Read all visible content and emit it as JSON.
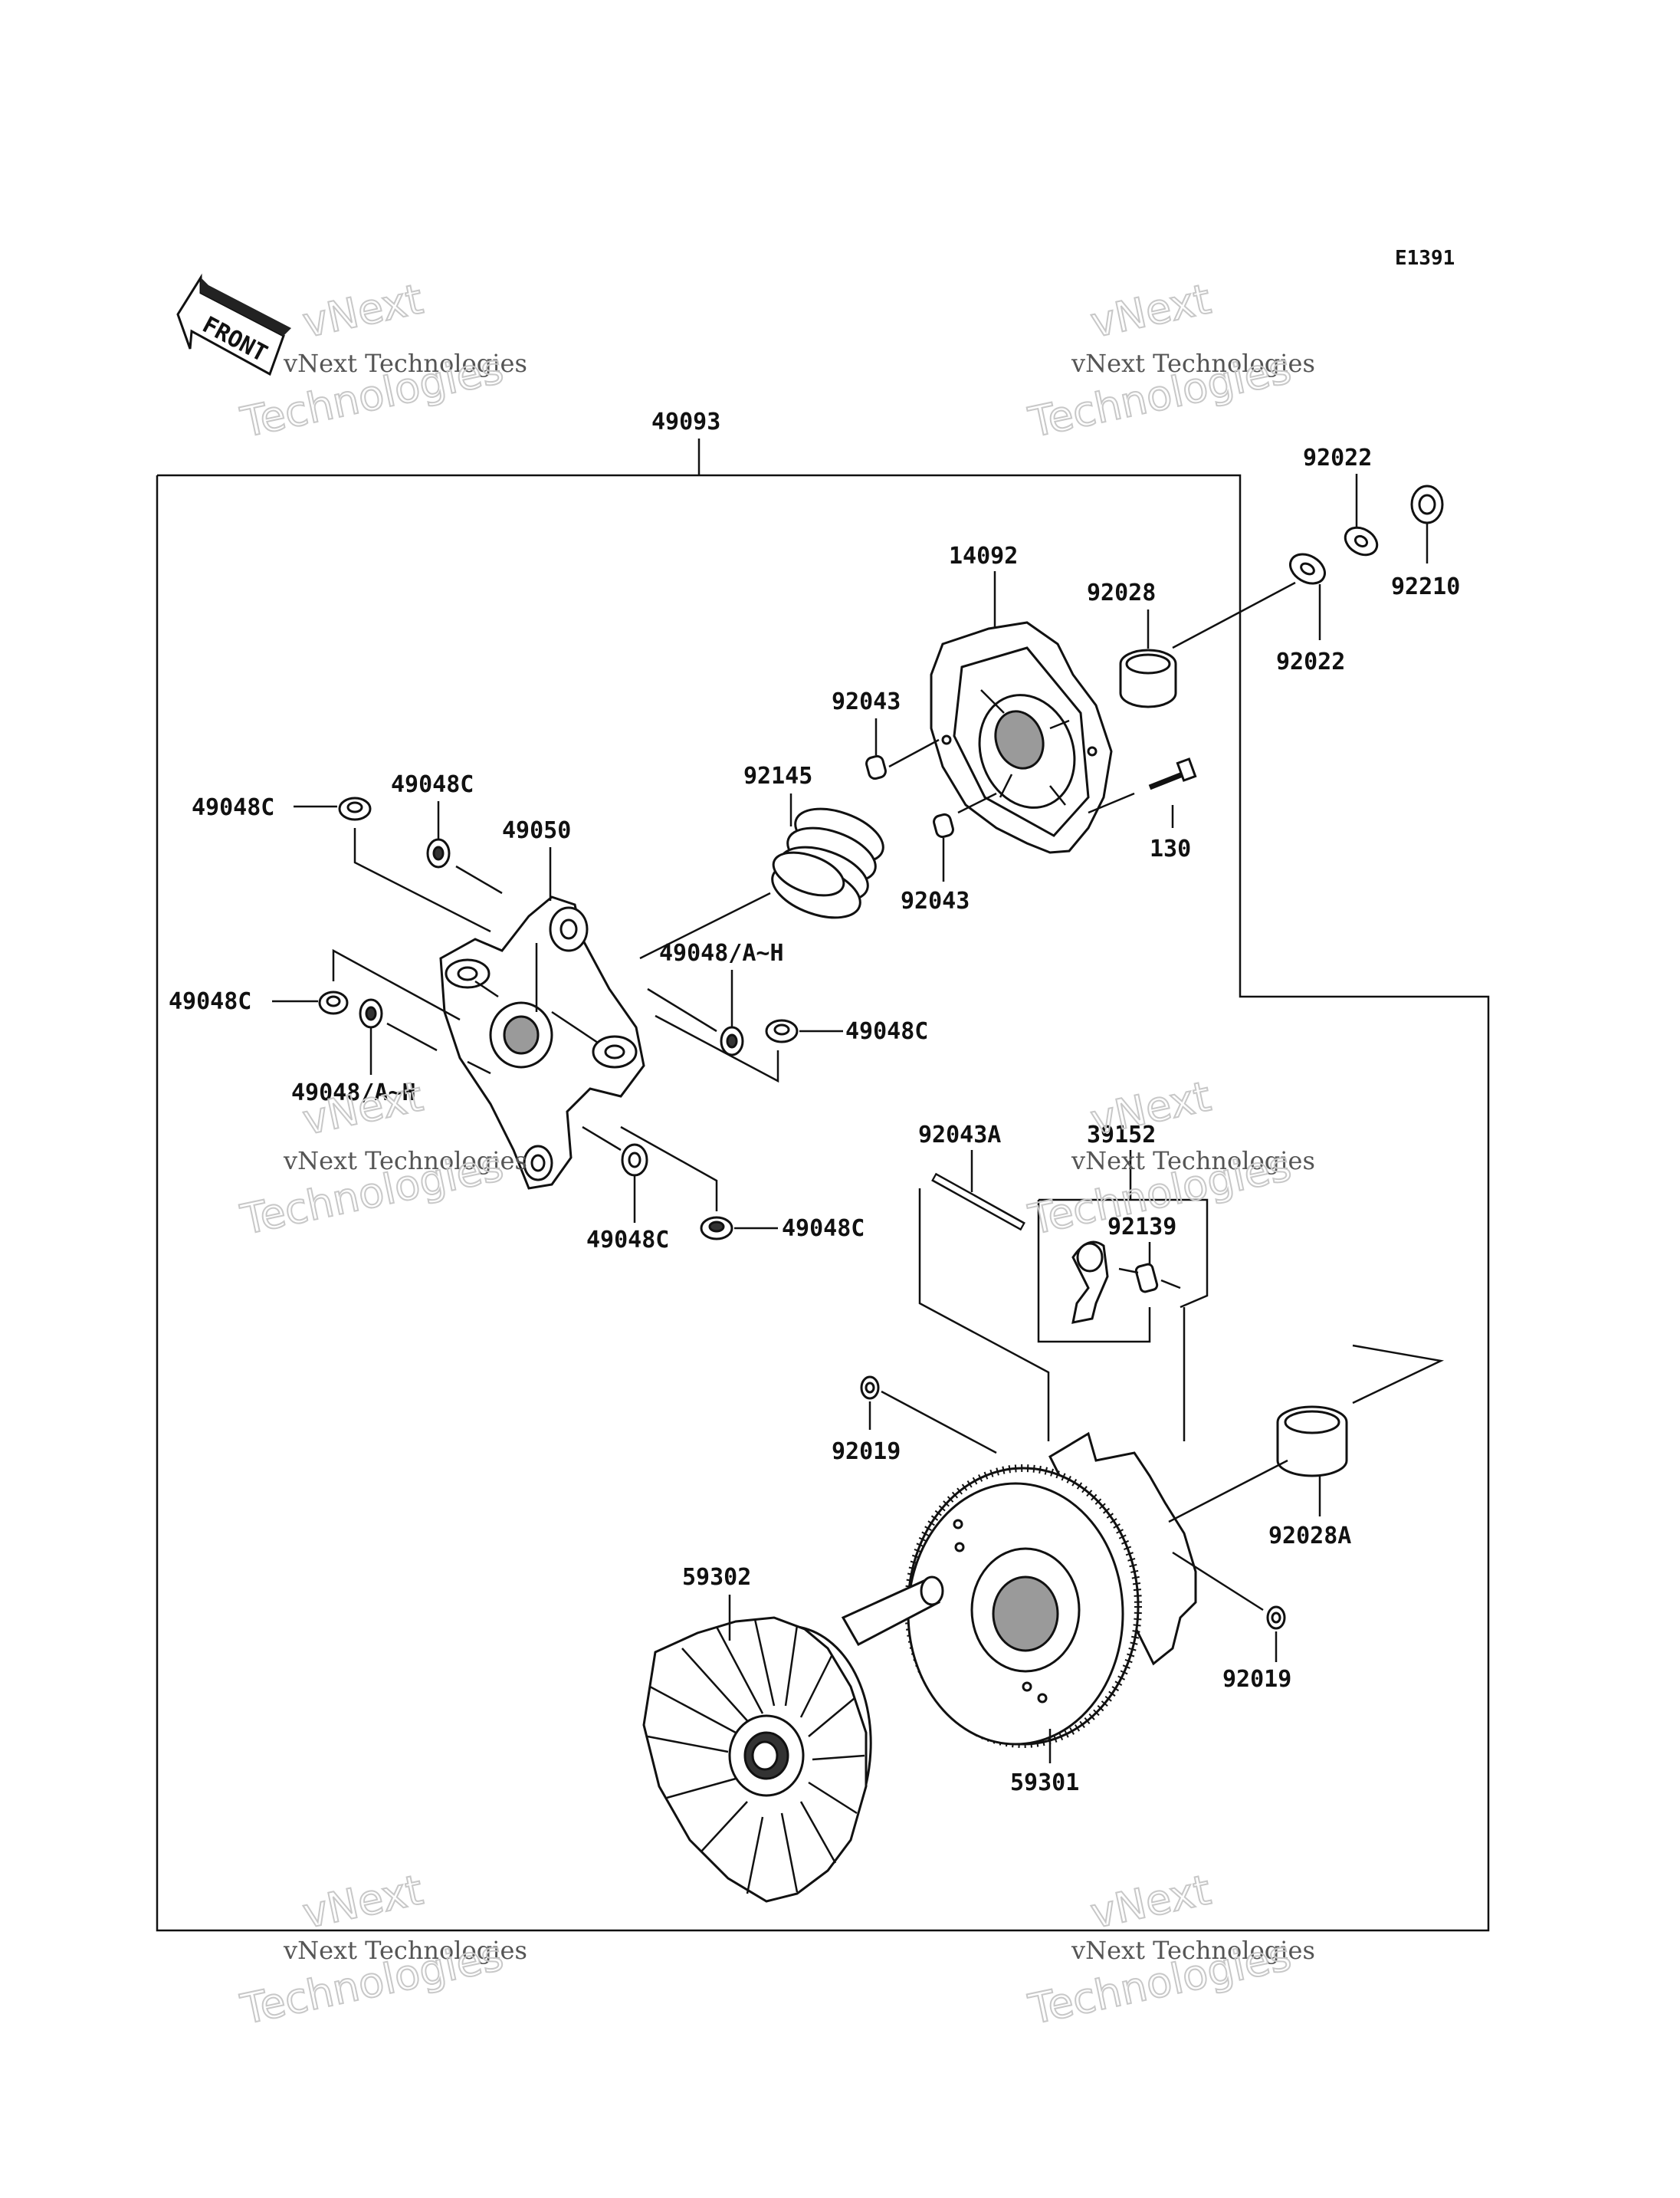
{
  "diagram_code": "E1391",
  "front_label": "FRONT",
  "watermark": {
    "line1": "vNext",
    "line2": "vNext Technologies",
    "line3": "Technologies"
  },
  "parts": [
    {
      "id": "p49093",
      "number": "49093"
    },
    {
      "id": "p92022a",
      "number": "92022"
    },
    {
      "id": "p92210",
      "number": "92210"
    },
    {
      "id": "p92022b",
      "number": "92022"
    },
    {
      "id": "p14092",
      "number": "14092"
    },
    {
      "id": "p92028",
      "number": "92028"
    },
    {
      "id": "p92043a",
      "number": "92043"
    },
    {
      "id": "p92043b",
      "number": "92043"
    },
    {
      "id": "p92145",
      "number": "92145"
    },
    {
      "id": "p130",
      "number": "130"
    },
    {
      "id": "p49048c1",
      "number": "49048C"
    },
    {
      "id": "p49048c2",
      "number": "49048C"
    },
    {
      "id": "p49050",
      "number": "49050"
    },
    {
      "id": "p49048ah1",
      "number": "49048/A~H"
    },
    {
      "id": "p49048c3",
      "number": "49048C"
    },
    {
      "id": "p49048c4",
      "number": "49048C"
    },
    {
      "id": "p49048ah2",
      "number": "49048/A~H"
    },
    {
      "id": "p49048c5",
      "number": "49048C"
    },
    {
      "id": "p49048c6",
      "number": "49048C"
    },
    {
      "id": "p92043A",
      "number": "92043A"
    },
    {
      "id": "p39152",
      "number": "39152"
    },
    {
      "id": "p92139",
      "number": "92139"
    },
    {
      "id": "p92019a",
      "number": "92019"
    },
    {
      "id": "p92028A",
      "number": "92028A"
    },
    {
      "id": "p59302",
      "number": "59302"
    },
    {
      "id": "p92019b",
      "number": "92019"
    },
    {
      "id": "p59301",
      "number": "59301"
    }
  ]
}
